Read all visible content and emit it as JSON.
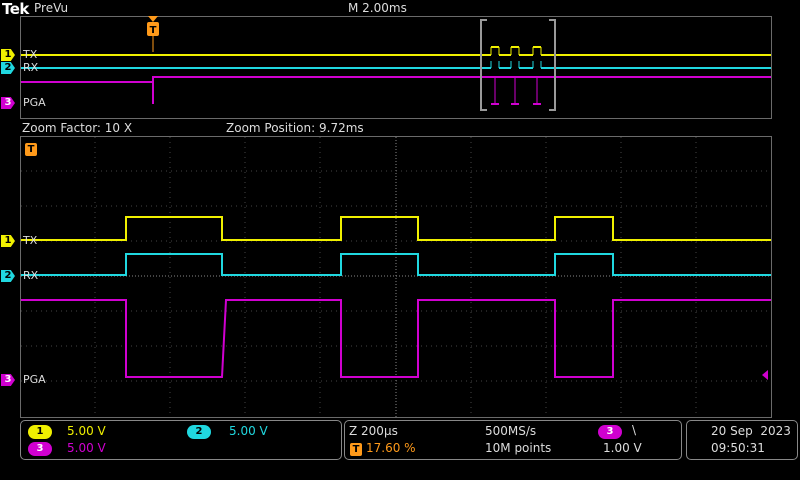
{
  "header": {
    "brand": "Tek",
    "mode": "PreVu",
    "timebase": "M 2.00ms"
  },
  "zoom": {
    "factor": "Zoom Factor: 10 X",
    "position": "Zoom Position: 9.72ms"
  },
  "channels": [
    {
      "num": "1",
      "name": "TX",
      "color": "#f0f000"
    },
    {
      "num": "2",
      "name": "RX",
      "color": "#20d8e0"
    },
    {
      "num": "3",
      "name": "PGA",
      "color": "#d000d0"
    }
  ],
  "trigger": {
    "marker": "T",
    "color": "#ff9a1a"
  },
  "status": {
    "ch1_num": "1",
    "ch1_scale": "5.00 V",
    "ch2_num": "2",
    "ch2_scale": "5.00 V",
    "ch3_num": "3",
    "ch3_scale": "5.00 V",
    "zoom_time": "Z 200µs",
    "trigger_pos": "17.60 %",
    "sample_rate": "500MS/s",
    "record_length": "10M points",
    "trig_source": "3",
    "trig_slope": "\\",
    "trig_level": "1.00 V",
    "date": "20 Sep  2023",
    "time": "09:50:31"
  }
}
